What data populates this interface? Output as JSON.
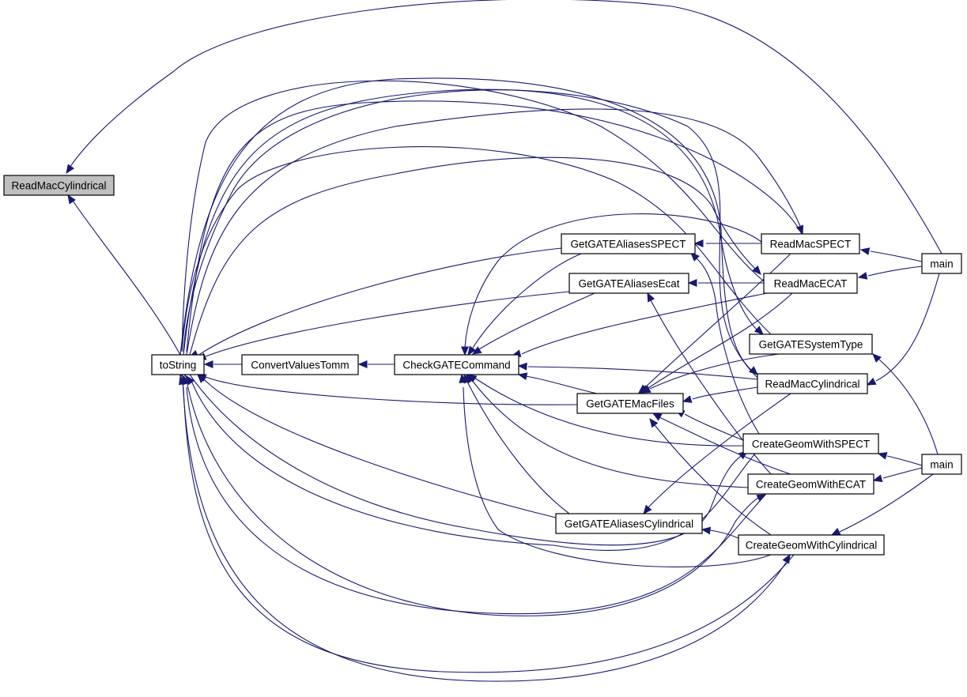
{
  "colors": {
    "edge": "#191970",
    "current_node_fill": "#bfbfbf",
    "node_fill": "#ffffff",
    "node_border": "#000000"
  },
  "nodes": {
    "root": {
      "label": "ReadMacCylindrical",
      "current": true
    },
    "tostr": {
      "label": "toString"
    },
    "conv": {
      "label": "ConvertValuesTomm"
    },
    "check": {
      "label": "CheckGATECommand"
    },
    "aspect": {
      "label": "GetGATEAliasesSPECT"
    },
    "aecat": {
      "label": "GetGATEAliasesEcat"
    },
    "macf": {
      "label": "GetGATEMacFiles"
    },
    "acyl": {
      "label": "GetGATEAliasesCylindrical"
    },
    "rspect": {
      "label": "ReadMacSPECT"
    },
    "recat": {
      "label": "ReadMacECAT"
    },
    "systype": {
      "label": "GetGATESystemType"
    },
    "rcyl": {
      "label": "ReadMacCylindrical"
    },
    "cspect": {
      "label": "CreateGeomWithSPECT"
    },
    "cecat": {
      "label": "CreateGeomWithECAT"
    },
    "ccyl": {
      "label": "CreateGeomWithCylindrical"
    },
    "main1": {
      "label": "main"
    },
    "main2": {
      "label": "main"
    }
  }
}
